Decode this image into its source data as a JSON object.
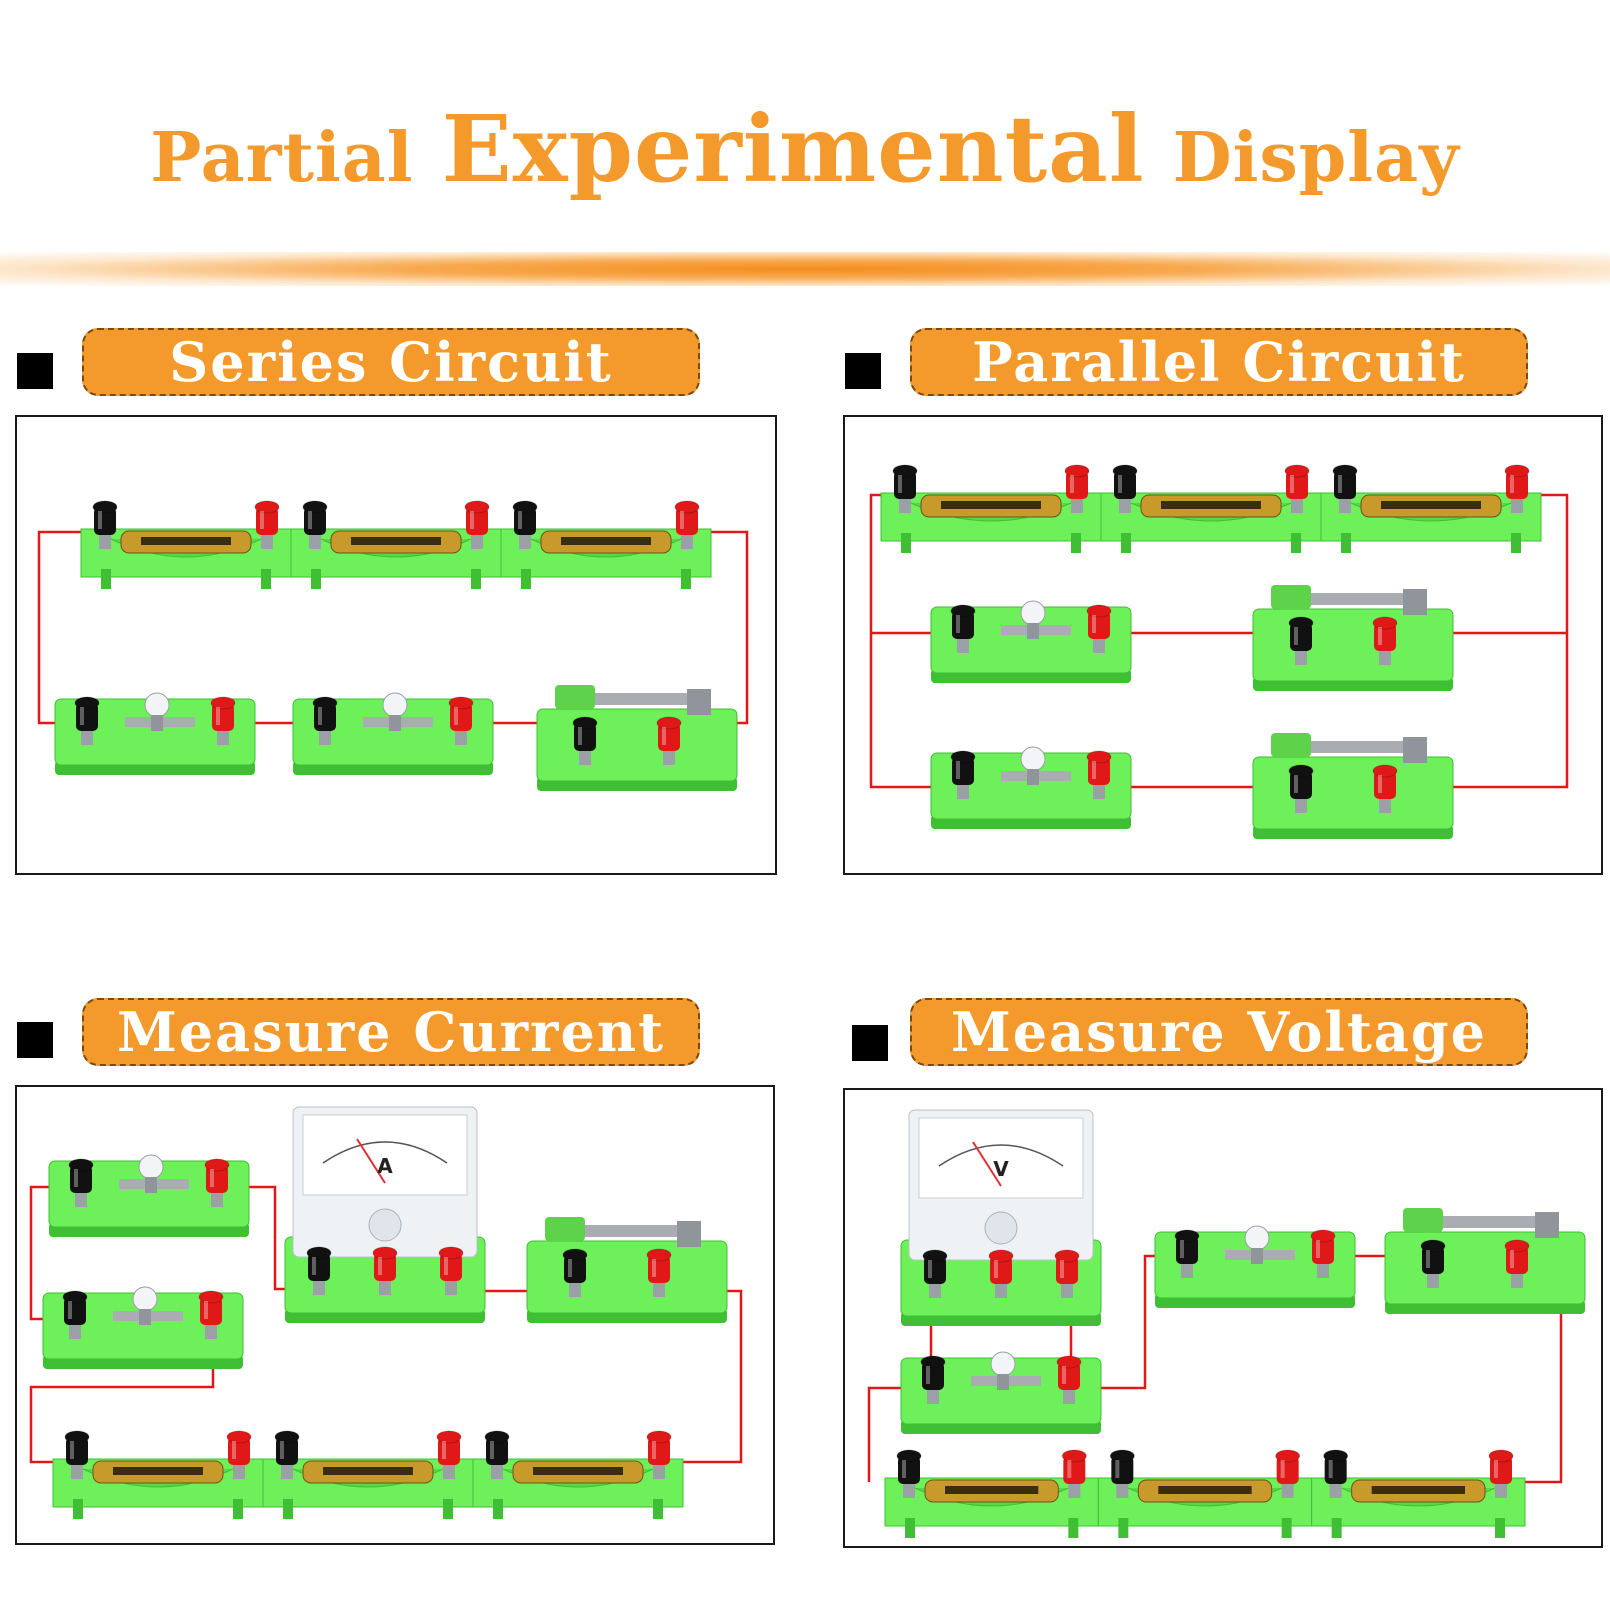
{
  "title": {
    "part1": "Partial",
    "part2": "Experimental",
    "part3": "Display"
  },
  "sections": [
    {
      "label": "Series Circuit"
    },
    {
      "label": "Parallel Circuit"
    },
    {
      "label": "Measure Current"
    },
    {
      "label": "Measure Voltage"
    }
  ],
  "meters": {
    "ammeter_symbol": "A",
    "voltmeter_symbol": "V"
  },
  "colors": {
    "accent": "#f49a2c",
    "board_green": "#6ef05a",
    "wire_red": "#e01818",
    "terminal_red": "#e01818",
    "terminal_black": "#111111"
  }
}
